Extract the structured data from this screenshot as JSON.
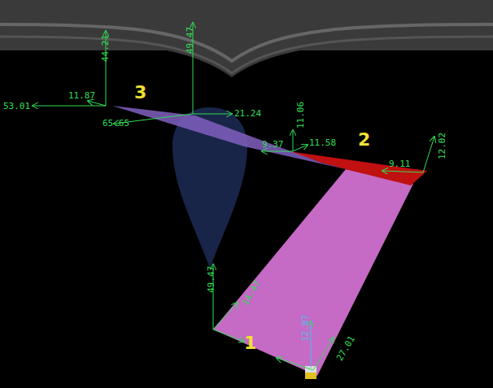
{
  "diagram": {
    "labels": [
      "3",
      "2",
      "1",
      "44.21",
      "49.47",
      "53.01",
      "11.87",
      "65.65",
      "21.24",
      "11.06",
      "9.37",
      "11.58",
      "9.11",
      "12.02",
      "49.47",
      "14.47",
      "12.87",
      "27.01"
    ]
  }
}
